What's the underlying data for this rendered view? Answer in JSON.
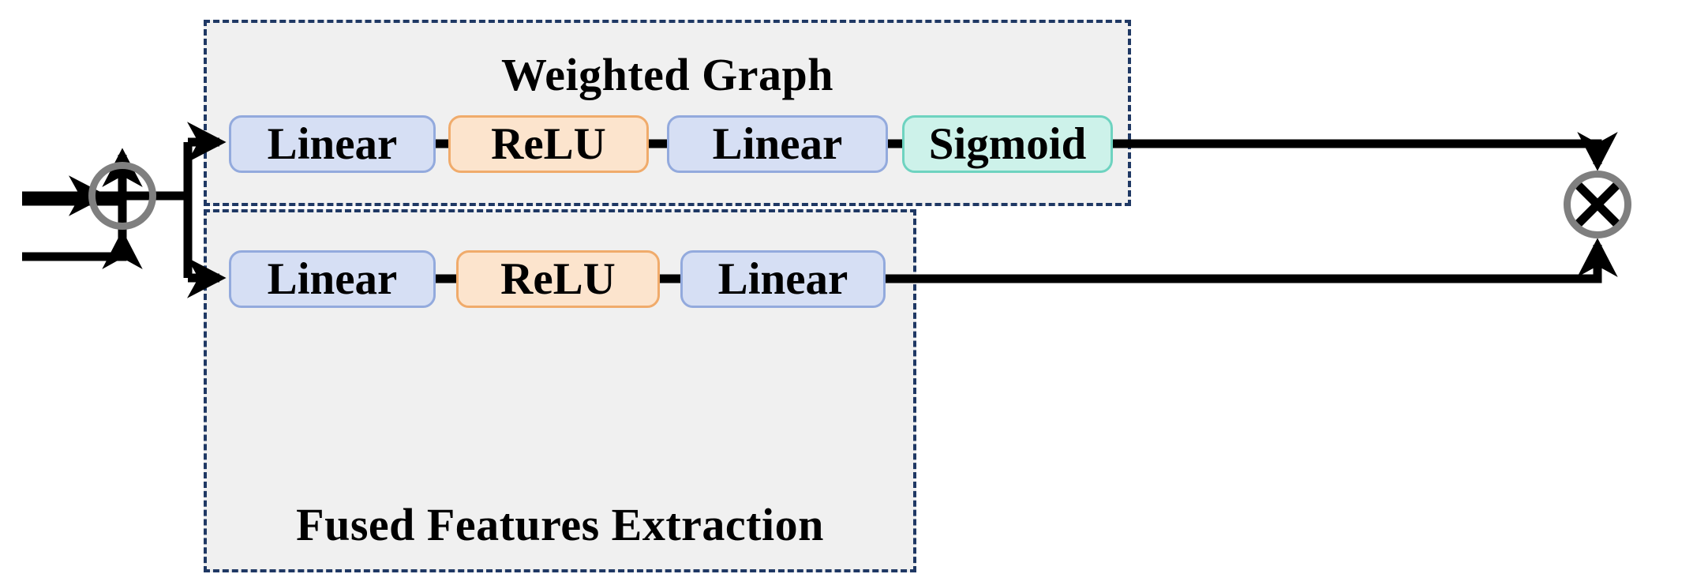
{
  "diagram": {
    "title": "Weighted Graph and Fused Features Extraction module",
    "panels": {
      "weighted_graph": {
        "caption": "Weighted Graph",
        "nodes": [
          {
            "label": "Linear",
            "color": "#d6dff4",
            "border": "#93aadd",
            "kind": "linear"
          },
          {
            "label": "ReLU",
            "color": "#fce4cd",
            "border": "#f0ab6b",
            "kind": "activation"
          },
          {
            "label": "Linear",
            "color": "#d6dff4",
            "border": "#93aadd",
            "kind": "linear"
          },
          {
            "label": "Sigmoid",
            "color": "#cdf2ea",
            "border": "#6ed3c0",
            "kind": "activation"
          }
        ]
      },
      "fused_features": {
        "caption": "Fused Features Extraction",
        "nodes": [
          {
            "label": "Linear",
            "color": "#d6dff4",
            "border": "#93aadd",
            "kind": "linear"
          },
          {
            "label": "ReLU",
            "color": "#fce4cd",
            "border": "#f0ab6b",
            "kind": "activation"
          },
          {
            "label": "Linear",
            "color": "#d6dff4",
            "border": "#93aadd",
            "kind": "linear"
          }
        ]
      }
    },
    "operators": [
      {
        "name": "add-operator",
        "symbol": "+",
        "ring_color": "#7f7f7f",
        "inputs": 3,
        "outputs": 1
      },
      {
        "name": "multiply-operator",
        "symbol": "x",
        "ring_color": "#7f7f7f",
        "inputs": 2,
        "outputs": 0
      }
    ],
    "style": {
      "panel_fill": "#f0f0f0",
      "panel_dash_color": "#1f3864",
      "wire_color": "#000000",
      "background": "#ffffff"
    }
  }
}
